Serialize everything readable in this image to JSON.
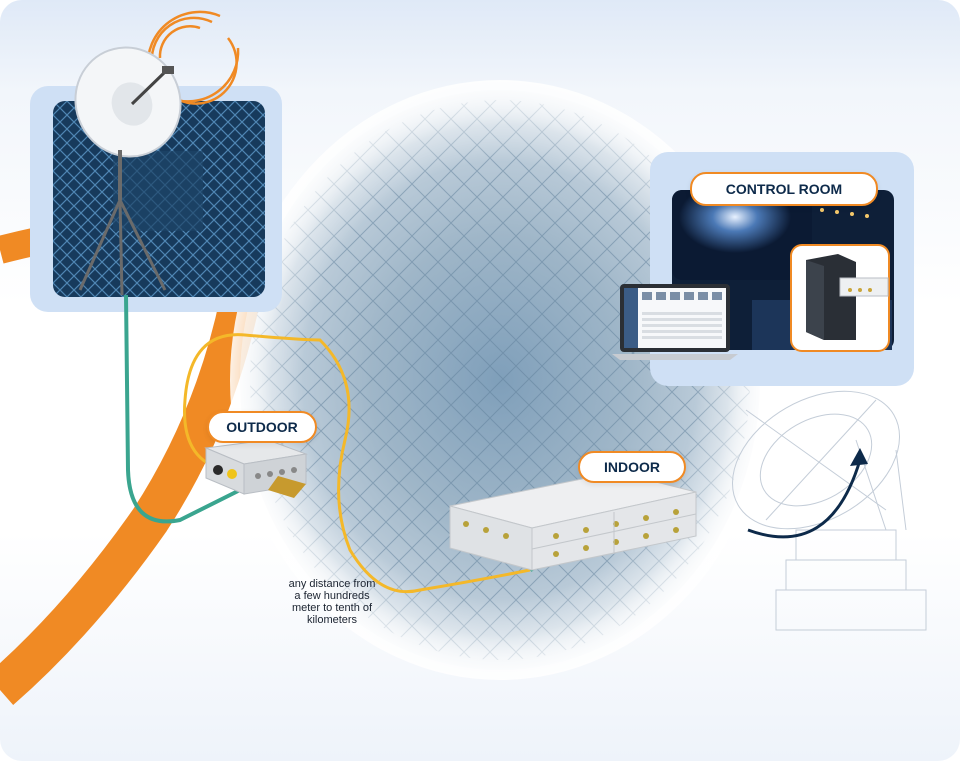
{
  "labels": {
    "outdoor": "OUTDOOR",
    "indoor": "INDOOR",
    "control_room": "CONTROL ROOM"
  },
  "caption": {
    "line1": "any distance from",
    "line2": "a few hundreds",
    "line3": "meter to tenth of",
    "line4": "kilometers"
  },
  "colors": {
    "accent_orange": "#f08a24",
    "navy": "#0d2a4a",
    "panel_blue": "#cfe0f5",
    "chamber_blue": "#2c5d86",
    "fiber_yellow": "#f4b829",
    "fiber_green": "#3aa58f"
  },
  "icons": [
    "satellite-dish-icon",
    "radio-waves-icon",
    "rotation-arrow-icon",
    "server-rack-icon",
    "laptop-icon",
    "galaxy-screen-icon"
  ]
}
